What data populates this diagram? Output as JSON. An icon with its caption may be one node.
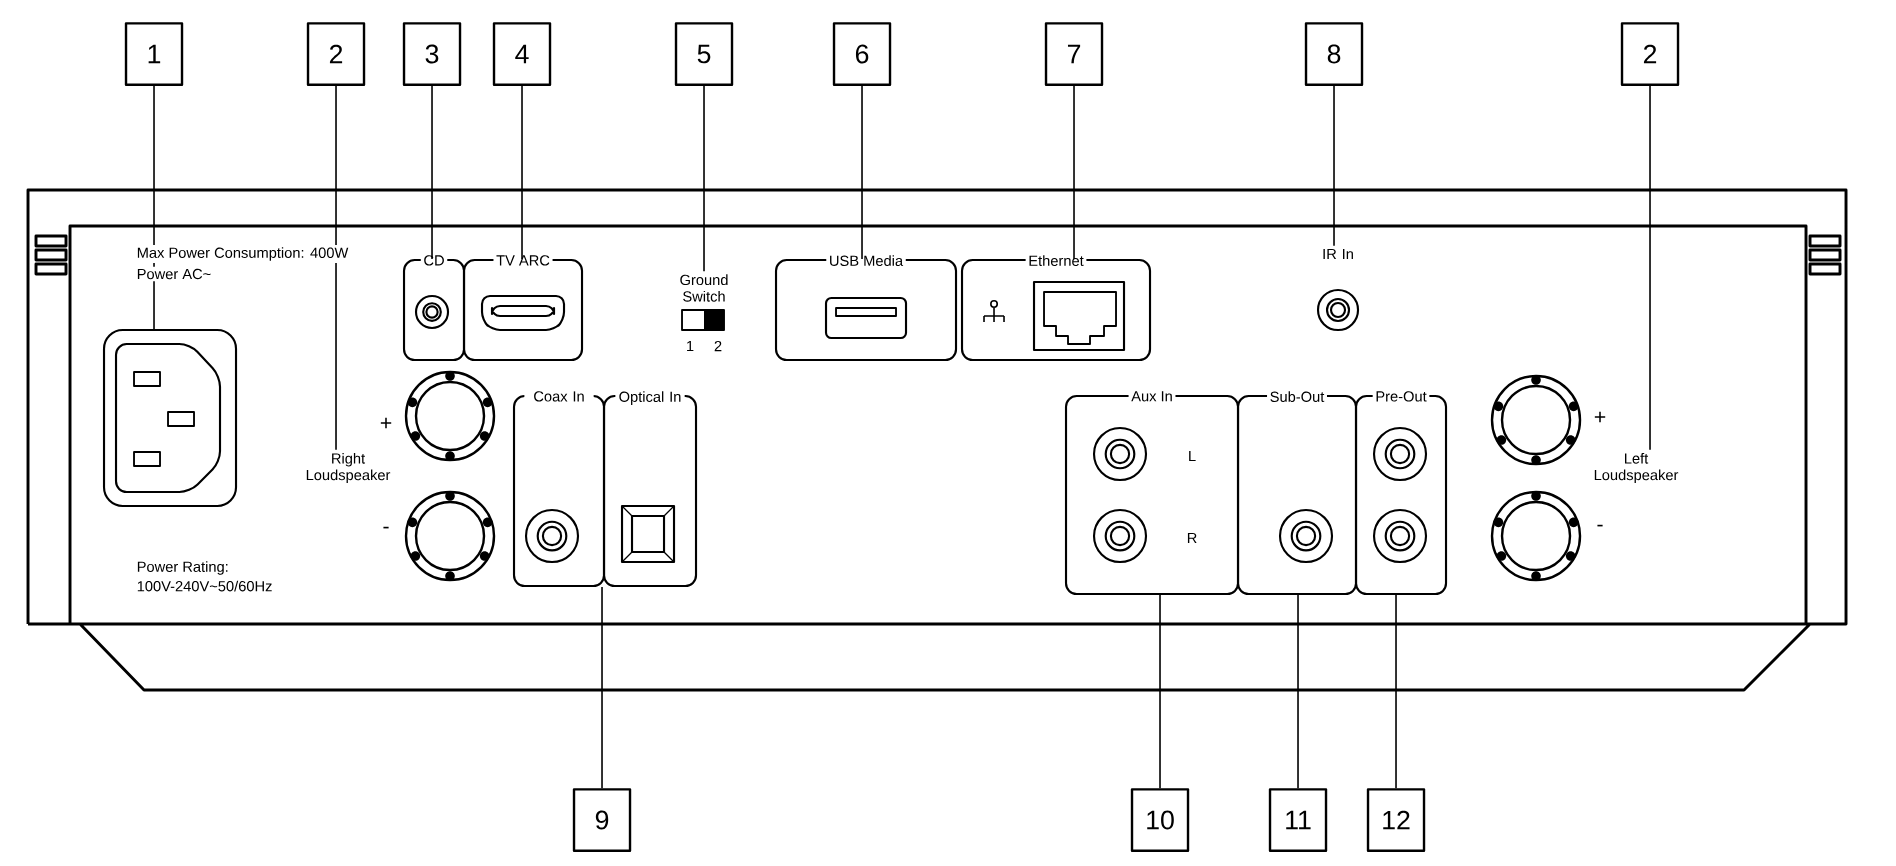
{
  "diagram": {
    "nodes": [
      {
        "text": [
          "1"
        ]
      },
      {
        "text": [
          "2"
        ]
      },
      {
        "text": [
          "3"
        ]
      },
      {
        "text": [
          "4"
        ]
      },
      {
        "text": [
          "5"
        ]
      },
      {
        "text": [
          "6"
        ]
      },
      {
        "text": [
          "7"
        ]
      },
      {
        "text": [
          "8"
        ]
      },
      {
        "text": [
          "2"
        ]
      },
      {
        "text": [],
        "shape": "box"
      },
      {
        "text": [
          "Right Loudspeaker"
        ]
      },
      {
        "text": [
          "CD"
        ]
      },
      {
        "text": [
          "TV ARC"
        ]
      },
      {
        "text": [
          "Ground Switch"
        ]
      },
      {
        "text": [
          "USB Media"
        ]
      },
      {
        "text": [
          "Ethernet"
        ]
      },
      {
        "text": [
          "IR In"
        ]
      },
      {
        "text": [
          "Left Loudspeaker"
        ]
      },
      {
        "text": [
          "Coax In"
        ]
      },
      {
        "text": [
          "Optical In"
        ]
      },
      {
        "text": [
          "Aux In"
        ]
      },
      {
        "text": [
          "Sub-Out"
        ]
      },
      {
        "text": [
          "Pre-Out"
        ]
      },
      {
        "text": [
          "9"
        ]
      },
      {
        "text": [
          "10"
        ]
      },
      {
        "text": [
          "11"
        ]
      },
      {
        "text": [
          "12"
        ]
      }
    ],
    "edges": [
      {
        "from": 0,
        "to": 9,
        "arrow": "none"
      },
      {
        "from": 1,
        "to": 10,
        "arrow": "none"
      },
      {
        "from": 2,
        "to": 11,
        "arrow": "none"
      },
      {
        "from": 3,
        "to": 12,
        "arrow": "none"
      },
      {
        "from": 4,
        "to": 13,
        "arrow": "none"
      },
      {
        "from": 5,
        "to": 14,
        "arrow": "none"
      },
      {
        "from": 6,
        "to": 15,
        "arrow": "none"
      },
      {
        "from": 7,
        "to": 16,
        "arrow": "none"
      },
      {
        "from": 8,
        "to": 17,
        "arrow": "none"
      },
      {
        "from": 23,
        "to": 18,
        "arrow": "none"
      },
      {
        "from": 24,
        "to": 20,
        "arrow": "none"
      },
      {
        "from": 25,
        "to": 21,
        "arrow": "none"
      },
      {
        "from": 26,
        "to": 22,
        "arrow": "none"
      }
    ],
    "labels": [
      "Max Power Consumption: 400W",
      "Power AC~",
      "+",
      "-",
      "1",
      "2",
      "L",
      "R",
      "+",
      "-",
      "Power Rating:",
      "100V-240V~50/60Hz"
    ]
  }
}
